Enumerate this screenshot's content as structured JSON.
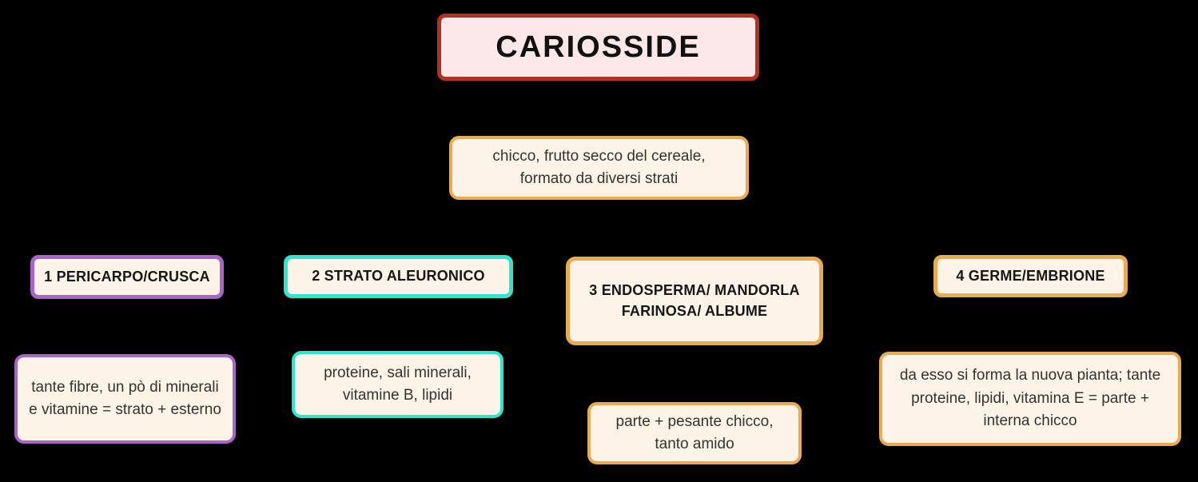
{
  "diagram": {
    "type": "concept-map",
    "background_color": "#000000",
    "node_fill": "#fdf3e6",
    "root": {
      "title": "CARIOSSIDE",
      "title_fill": "#fce8e8",
      "title_accent": "#b23120",
      "description": "chicco, frutto secco del cereale, formato da diversi strati",
      "description_accent": "#eaab4e"
    },
    "branches": [
      {
        "heading": "1 PERICARPO/CRUSCA",
        "detail": "tante fibre, un pò di minerali e vitamine = strato + esterno",
        "accent": "#a964c7"
      },
      {
        "heading": "2 STRATO ALEURONICO",
        "detail": "proteine, sali minerali, vitamine B, lipidi",
        "accent": "#2fe6cd"
      },
      {
        "heading": "3 ENDOSPERMA/ MANDORLA FARINOSA/ ALBUME",
        "detail": "parte + pesante chicco, tanto amido",
        "accent": "#eaab4e"
      },
      {
        "heading": "4 GERME/EMBRIONE",
        "detail": "da esso si forma la nuova pianta; tante proteine, lipidi, vitamina E = parte + interna chicco",
        "accent": "#eaab4e"
      }
    ]
  }
}
